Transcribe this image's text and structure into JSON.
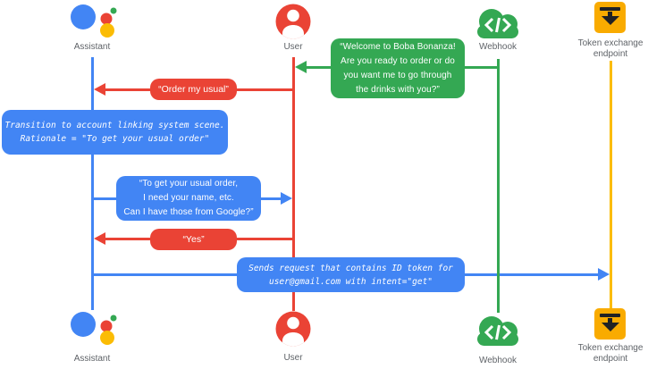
{
  "actors": {
    "assistant": {
      "label": "Assistant",
      "color": "#4285F4",
      "icon": "google-assistant-icon"
    },
    "user": {
      "label": "User",
      "color": "#EA4335",
      "icon": "user-icon"
    },
    "webhook": {
      "label": "Webhook",
      "color": "#34A853",
      "icon": "cloud-code-icon"
    },
    "token_endpoint": {
      "label": "Token exchange\nendpoint",
      "color": "#FBBC04",
      "icon": "token-endpoint-icon"
    }
  },
  "messages": {
    "welcome": {
      "from": "Webhook",
      "to": "User",
      "color": "#34A853",
      "text": "“Welcome to Boba Bonanza!\nAre you ready to order or do\nyou want me to go through\nthe drinks with you?”"
    },
    "order_usual": {
      "from": "User",
      "to": "Assistant",
      "color": "#EA4335",
      "text": "“Order my usual”"
    },
    "transition_note": {
      "actor": "Assistant",
      "color": "#4285F4",
      "text": "Transition to account linking system scene.\nRationale = \"To get your usual order\""
    },
    "ask_info": {
      "from": "Assistant",
      "to": "User",
      "color": "#4285F4",
      "text": "“To get your usual order,\nI need your name, etc.\nCan I have those from Google?”"
    },
    "yes": {
      "from": "User",
      "to": "Assistant",
      "color": "#EA4335",
      "text": "“Yes”"
    },
    "send_request": {
      "from": "Assistant",
      "to": "Token exchange endpoint",
      "color": "#4285F4",
      "text": "Sends request that contains ID token for\nuser@gmail.com with intent=\"get\""
    }
  },
  "colors": {
    "blue": "#4285F4",
    "red": "#EA4335",
    "green": "#34A853",
    "yellow": "#FBBC04",
    "amber": "#F9AB00",
    "label_gray": "#5F6368"
  }
}
